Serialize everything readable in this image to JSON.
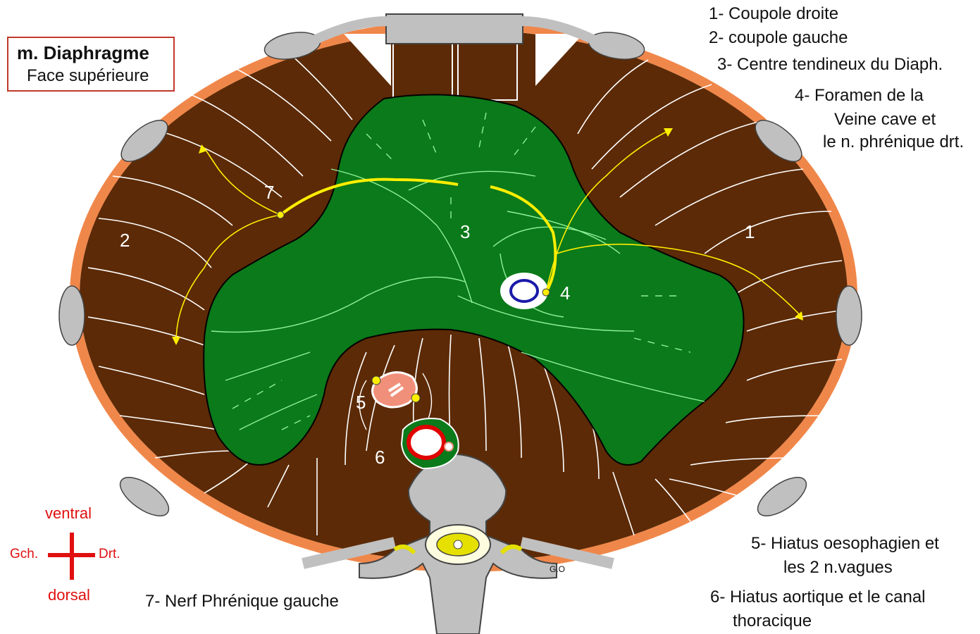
{
  "title": {
    "main": "m. Diaphragme",
    "sub": "Face supérieure"
  },
  "legend": {
    "item1": "1- Coupole droite",
    "item2": "2- coupole gauche",
    "item3": "3- Centre tendineux du Diaph.",
    "item4_line1": "4- Foramen de la",
    "item4_line2": "Veine cave  et",
    "item4_line3": "le n. phrénique drt.",
    "item5_line1": "5- Hiatus oesophagien et",
    "item5_line2": "les 2 n.vagues",
    "item6_line1": "6- Hiatus aortique et le canal",
    "item6_line2": "thoracique",
    "item7": "7- Nerf Phrénique gauche"
  },
  "labels": {
    "n1": "1",
    "n2": "2",
    "n3": "3",
    "n4": "4",
    "n5": "5",
    "n6": "6",
    "n7": "7",
    "go": "G.O"
  },
  "orientation": {
    "ventral": "ventral",
    "dorsal": "dorsal",
    "left": "Gch.",
    "right": "Drt."
  },
  "colors": {
    "muscle": "#5c2a06",
    "tendon": "#0b7a1a",
    "rib": "#f0874a",
    "bone": "#c0c0c0",
    "nerve": "#ffee00",
    "aorta": "#e00000",
    "vein": "#1a1aa8",
    "accent_red": "#e01010"
  }
}
